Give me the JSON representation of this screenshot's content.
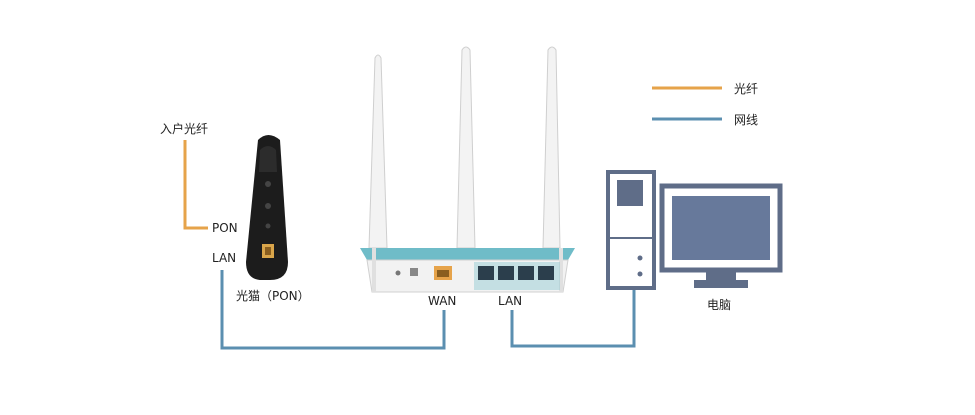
{
  "colors": {
    "fiber": "#e6a34a",
    "network": "#5b8fb0",
    "onu_body": "#1c1c1c",
    "router_body": "#f2f2f2",
    "router_teal": "#6fbcc8",
    "pc": "#5f6d88",
    "pc_screen": "#67799b"
  },
  "legend": {
    "fiber_label": "光纤",
    "network_label": "网线"
  },
  "onu": {
    "input_label": "入户光纤",
    "pon_label": "PON",
    "lan_label": "LAN",
    "name": "光猫（PON）"
  },
  "router": {
    "wan_label": "WAN",
    "lan_label": "LAN"
  },
  "computer": {
    "name": "电脑"
  },
  "icons": [
    "onu-device-icon",
    "router-icon",
    "pc-tower-icon",
    "monitor-icon"
  ]
}
